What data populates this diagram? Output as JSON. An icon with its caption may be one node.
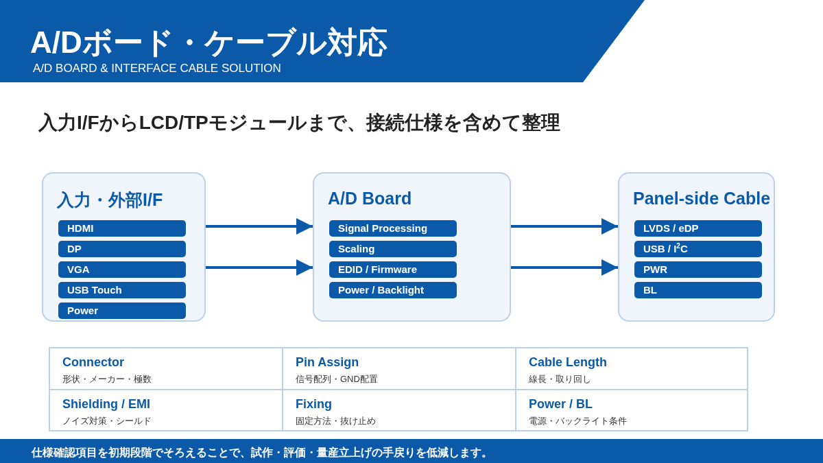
{
  "diagram": {
    "title": "A/Dボード・ケーブル対応",
    "nodes": [
      {
        "text": [
          "入力・外部I/F"
        ]
      },
      {
        "text": [
          "HDMI"
        ],
        "in": 0
      },
      {
        "text": [
          "DP"
        ],
        "in": 0
      },
      {
        "text": [
          "VGA"
        ],
        "in": 0
      },
      {
        "text": [
          "USB Touch"
        ],
        "in": 0
      },
      {
        "text": [
          "Power"
        ],
        "in": 0
      },
      {
        "text": [
          "A/D Board"
        ]
      },
      {
        "text": [
          "Signal Processing"
        ],
        "in": 6
      },
      {
        "text": [
          "Scaling"
        ],
        "in": 6
      },
      {
        "text": [
          "EDID / Firmware"
        ],
        "in": 6
      },
      {
        "text": [
          "Power / Backlight"
        ],
        "in": 6
      },
      {
        "text": [
          "Panel-side Cable"
        ]
      },
      {
        "text": [
          "LVDS / eDP"
        ],
        "in": 11
      },
      {
        "text": [
          "USB / I$^{2}$C"
        ],
        "in": 11
      },
      {
        "text": [
          "PWR"
        ],
        "in": 11
      },
      {
        "text": [
          "BL"
        ],
        "in": 11
      }
    ],
    "edges": [
      {
        "from": 0,
        "to": 6,
        "arrow": "to"
      },
      {
        "from": 0,
        "to": 6,
        "arrow": "to"
      },
      {
        "from": 6,
        "to": 11,
        "arrow": "to"
      },
      {
        "from": 6,
        "to": 11,
        "arrow": "to"
      }
    ],
    "labels": [
      "A/D BOARD & INTERFACE CABLE SOLUTION",
      "入力I/FからLCD/TPモジュールまで、接続仕様を含めて整理",
      "Connector",
      "形状・メーカー・極数",
      "Pin Assign",
      "信号配列・GND配置",
      "Cable Length",
      "線長・取り回し",
      "Shielding / EMI",
      "ノイズ対策・シールド",
      "Fixing",
      "固定方法・抜け止め",
      "Power / BL",
      "電源・バックライト条件",
      "仕様確認項目を初期段階でそろえることで、試作・評価・量産立上げの手戻りを低減します。"
    ]
  }
}
